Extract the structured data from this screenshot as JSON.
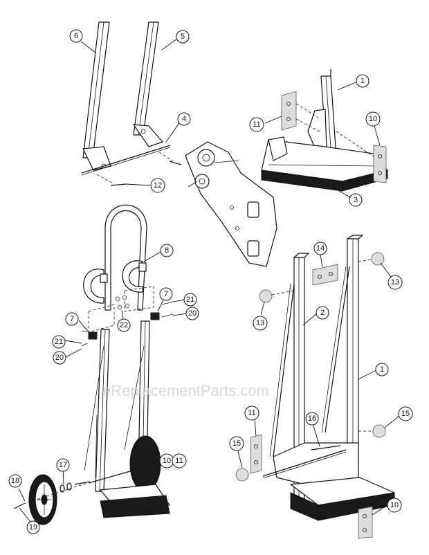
{
  "watermark": "eReplacementParts.com",
  "callouts": {
    "c1a": "1",
    "c1b": "1",
    "c2": "2",
    "c3": "3",
    "c4": "4",
    "c5": "5",
    "c6": "6",
    "c7a": "7",
    "c7b": "7",
    "c8": "8",
    "c10a": "10",
    "c10b": "10",
    "c11a": "11",
    "c11b": "11",
    "c11c": "11",
    "c12": "12",
    "c13a": "13",
    "c13b": "13",
    "c14": "14",
    "c15a": "15",
    "c15b": "15",
    "c16": "16",
    "c17": "17",
    "c18": "18",
    "c19": "19",
    "c20a": "20",
    "c20b": "20",
    "c21a": "21",
    "c21b": "21",
    "c22": "22"
  }
}
